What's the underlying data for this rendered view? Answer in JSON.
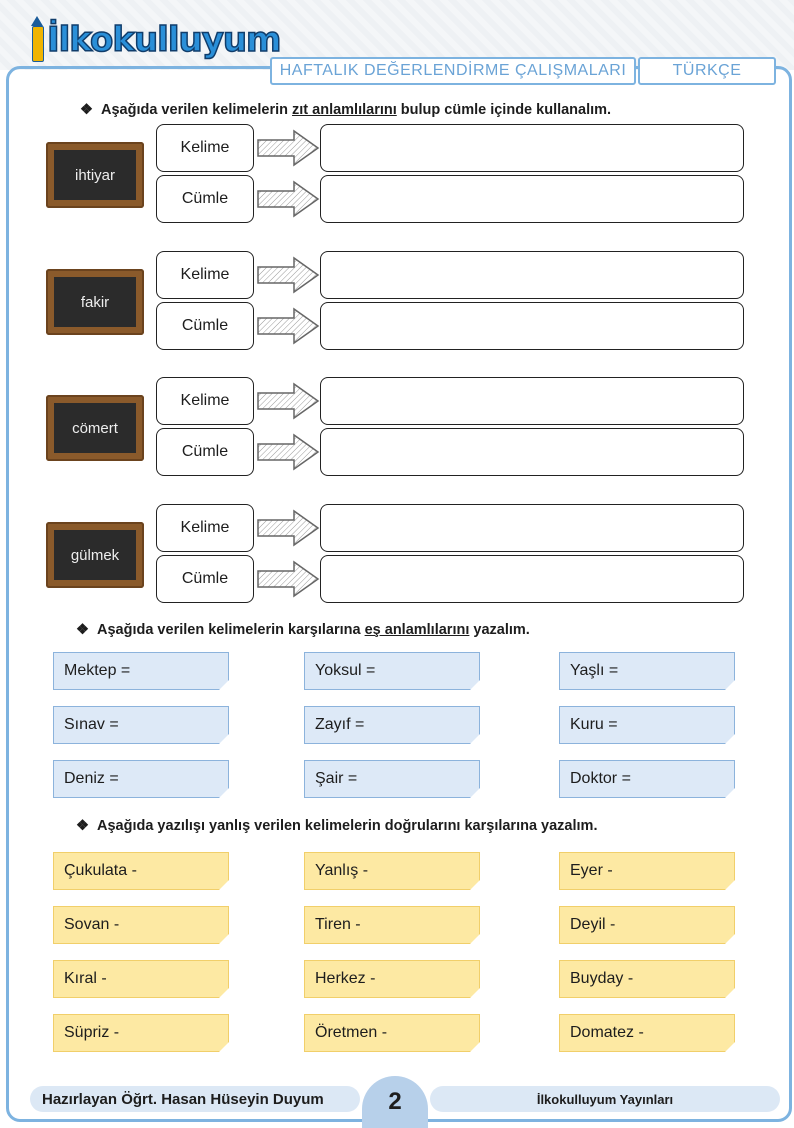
{
  "header": {
    "logo_text": "İlkokulluyum",
    "title": "HAFTALIK DEĞERLENDİRME ÇALIŞMALARI",
    "subject": "TÜRKÇE"
  },
  "section1": {
    "instruction_pre": "Aşağıda verilen kelimelerin ",
    "instruction_em": "zıt anlamlılarını",
    "instruction_post": " bulup cümle içinde kullanalım.",
    "label_word": "Kelime",
    "label_sentence": "Cümle",
    "words": [
      "ihtiyar",
      "fakir",
      "cömert",
      "gülmek"
    ]
  },
  "section2": {
    "instruction_pre": "Aşağıda verilen kelimelerin karşılarına ",
    "instruction_em": "eş anlamlılarını",
    "instruction_post": " yazalım.",
    "items": [
      "Mektep =",
      "Yoksul =",
      "Yaşlı =",
      "Sınav =",
      "Zayıf =",
      "Kuru =",
      "Deniz =",
      "Şair =",
      "Doktor ="
    ]
  },
  "section3": {
    "instruction": "Aşağıda yazılışı yanlış verilen kelimelerin doğrularını karşılarına yazalım.",
    "items": [
      "Çukulata -",
      "Yanlış -",
      "Eyer -",
      "Sovan -",
      "Tiren -",
      "Deyil -",
      "Kıral -",
      "Herkez -",
      "Buyday -",
      "Süpriz -",
      "Öretmen -",
      "Domatez -"
    ]
  },
  "footer": {
    "author": "Hazırlayan Öğrt. Hasan Hüseyin Duyum",
    "page": "2",
    "publisher": "İlkokulluyum Yayınları"
  }
}
